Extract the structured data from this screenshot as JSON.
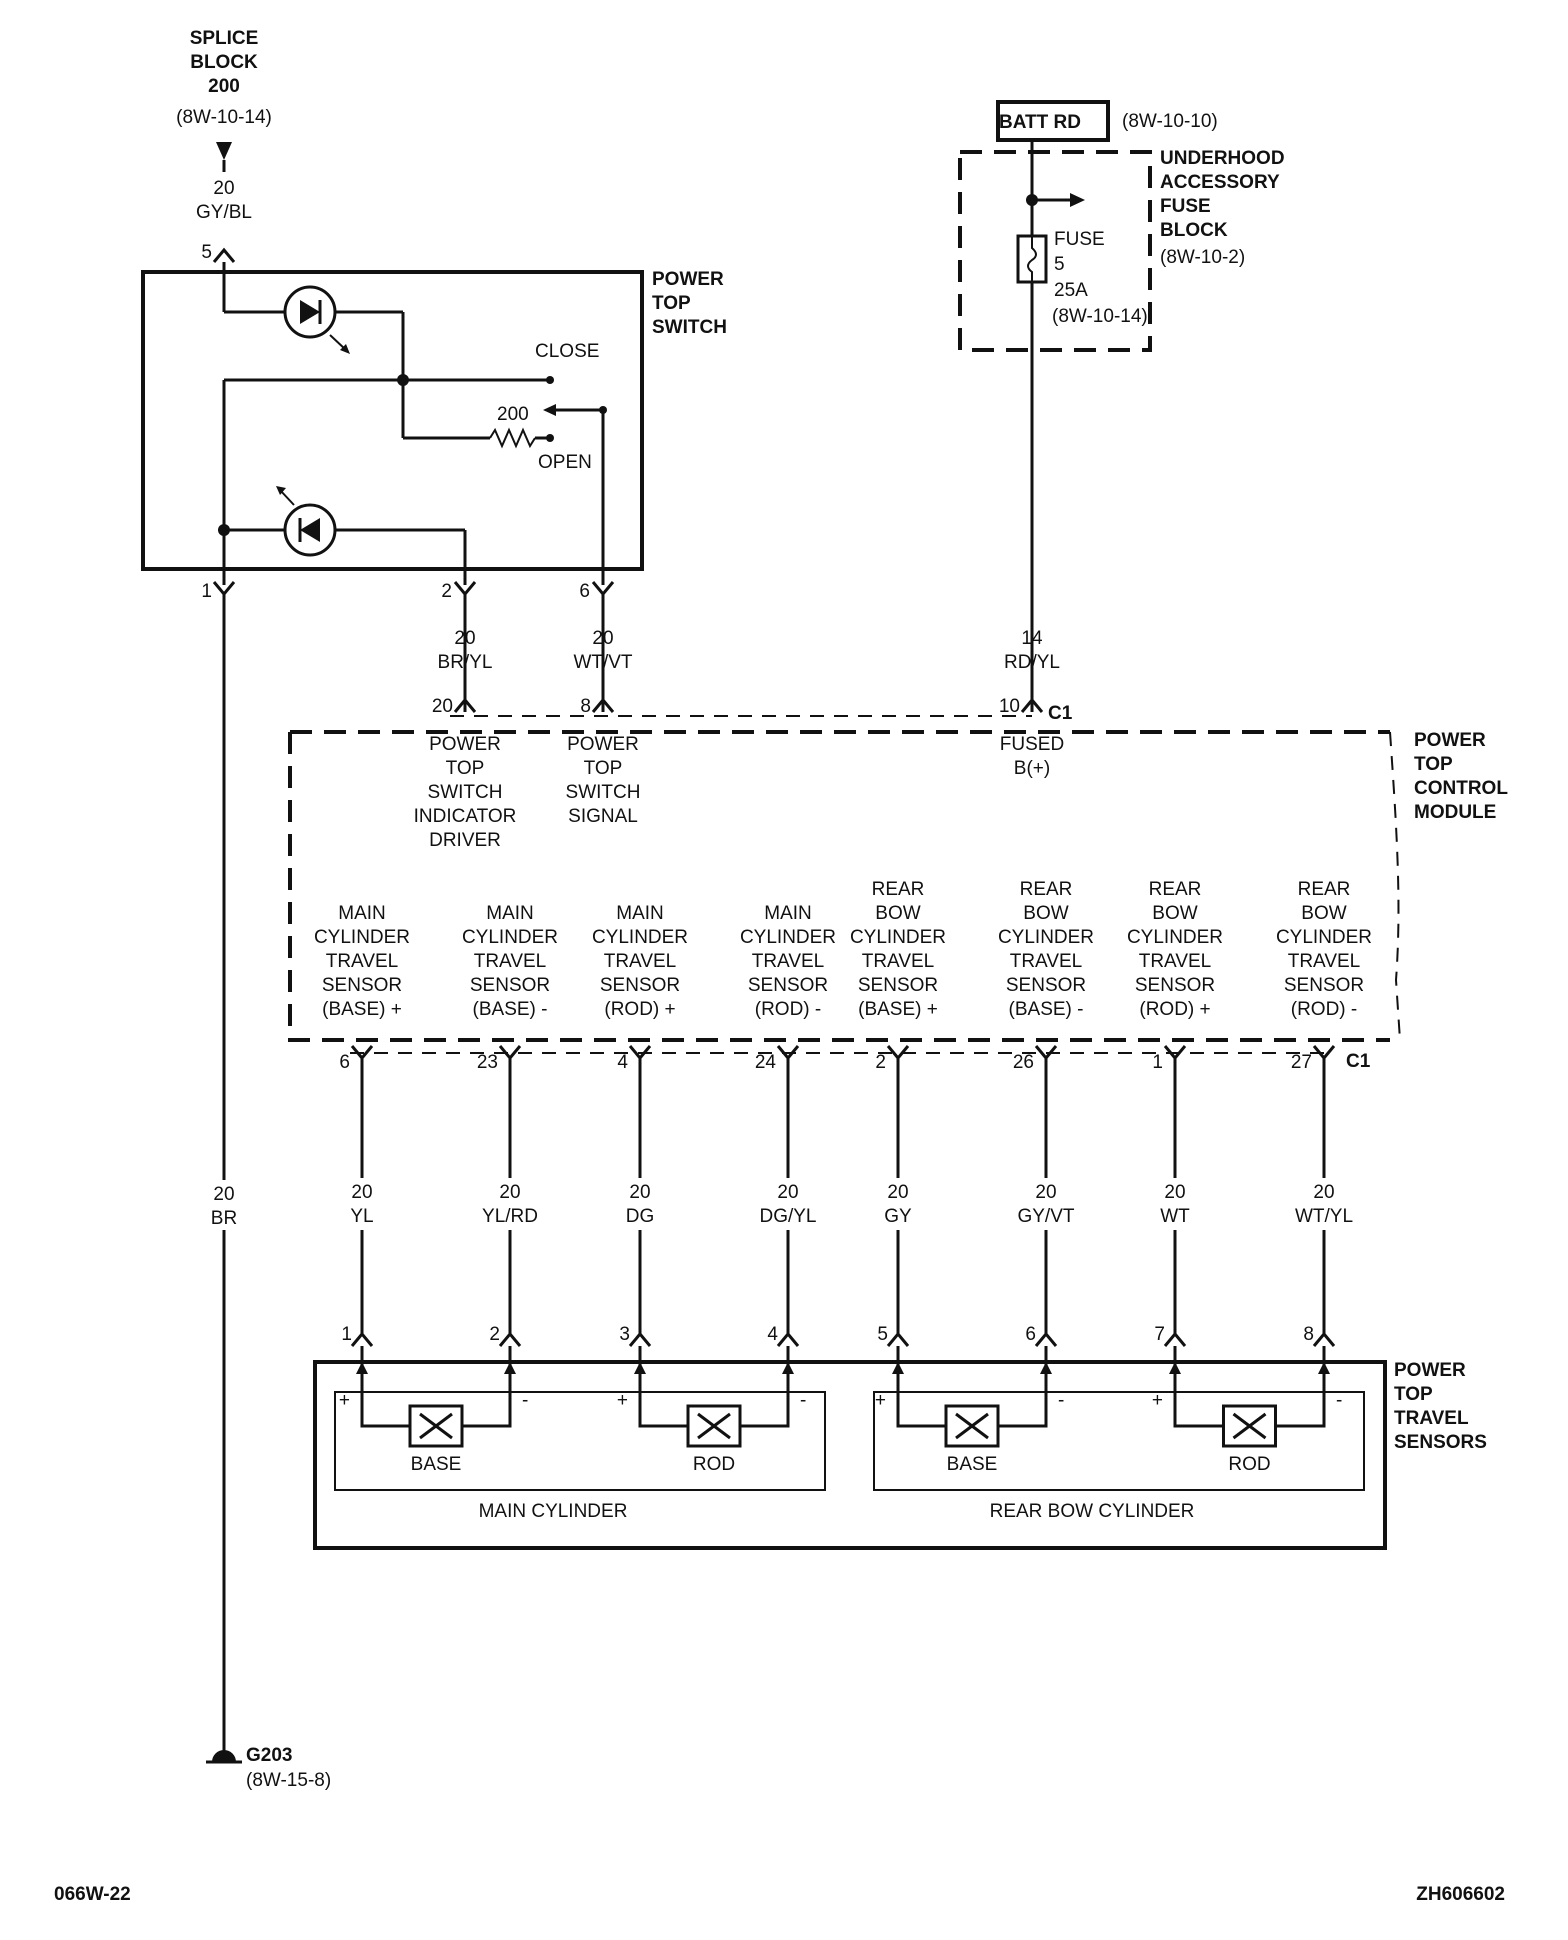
{
  "splice_block": {
    "line1": "SPLICE",
    "line2": "BLOCK",
    "line3": "200",
    "ref": "(8W-10-14)"
  },
  "splice_wire": {
    "gauge": "20",
    "color": "GY/BL",
    "pin": "5"
  },
  "power_top_switch": {
    "title": [
      "POWER",
      "TOP",
      "SWITCH"
    ],
    "close_label": "CLOSE",
    "open_label": "OPEN",
    "resistor_value": "200"
  },
  "switch_pins": [
    {
      "pin": "1",
      "gauge": "20",
      "color": "BR"
    },
    {
      "pin": "2",
      "gauge": "20",
      "color": "BR/YL"
    },
    {
      "pin": "6",
      "gauge": "20",
      "color": "WT/VT"
    }
  ],
  "batt": {
    "label": "BATT RD",
    "ref": "(8W-10-10)"
  },
  "fuse_block": {
    "title": [
      "UNDERHOOD",
      "ACCESSORY",
      "FUSE",
      "BLOCK"
    ],
    "ref": "(8W-10-2)",
    "fuse_lines": [
      "FUSE",
      "5",
      "25A",
      "(8W-10-14)"
    ]
  },
  "fuse_wire": {
    "gauge": "14",
    "color": "RD/YL"
  },
  "control_module": {
    "title": [
      "POWER",
      "TOP",
      "CONTROL",
      "MODULE"
    ],
    "connector": "C1",
    "top_pins": [
      {
        "pin": "20",
        "desc": [
          "POWER",
          "TOP",
          "SWITCH",
          "INDICATOR",
          "DRIVER"
        ]
      },
      {
        "pin": "8",
        "desc": [
          "POWER",
          "TOP",
          "SWITCH",
          "SIGNAL"
        ]
      },
      {
        "pin": "10",
        "desc": [
          "FUSED",
          "B(+)"
        ]
      }
    ],
    "bottom_pins": [
      {
        "pin": "6",
        "desc": [
          "MAIN",
          "CYLINDER",
          "TRAVEL",
          "SENSOR",
          "(BASE) +"
        ],
        "gauge": "20",
        "color": "YL",
        "sensor_pin": "1"
      },
      {
        "pin": "23",
        "desc": [
          "MAIN",
          "CYLINDER",
          "TRAVEL",
          "SENSOR",
          "(BASE) -"
        ],
        "gauge": "20",
        "color": "YL/RD",
        "sensor_pin": "2"
      },
      {
        "pin": "4",
        "desc": [
          "MAIN",
          "CYLINDER",
          "TRAVEL",
          "SENSOR",
          "(ROD) +"
        ],
        "gauge": "20",
        "color": "DG",
        "sensor_pin": "3"
      },
      {
        "pin": "24",
        "desc": [
          "MAIN",
          "CYLINDER",
          "TRAVEL",
          "SENSOR",
          "(ROD) -"
        ],
        "gauge": "20",
        "color": "DG/YL",
        "sensor_pin": "4"
      },
      {
        "pin": "2",
        "desc": [
          "REAR",
          "BOW",
          "CYLINDER",
          "TRAVEL",
          "SENSOR",
          "(BASE) +"
        ],
        "gauge": "20",
        "color": "GY",
        "sensor_pin": "5"
      },
      {
        "pin": "26",
        "desc": [
          "REAR",
          "BOW",
          "CYLINDER",
          "TRAVEL",
          "SENSOR",
          "(BASE) -"
        ],
        "gauge": "20",
        "color": "GY/VT",
        "sensor_pin": "6"
      },
      {
        "pin": "1",
        "desc": [
          "REAR",
          "BOW",
          "CYLINDER",
          "TRAVEL",
          "SENSOR",
          "(ROD) +"
        ],
        "gauge": "20",
        "color": "WT",
        "sensor_pin": "7"
      },
      {
        "pin": "27",
        "desc": [
          "REAR",
          "BOW",
          "CYLINDER",
          "TRAVEL",
          "SENSOR",
          "(ROD) -"
        ],
        "gauge": "20",
        "color": "WT/YL",
        "sensor_pin": "8"
      }
    ]
  },
  "travel_sensors": {
    "title": [
      "POWER",
      "TOP",
      "TRAVEL",
      "SENSORS"
    ],
    "groups": [
      {
        "name": "MAIN CYLINDER",
        "sensors": [
          "BASE",
          "ROD"
        ]
      },
      {
        "name": "REAR BOW CYLINDER",
        "sensors": [
          "BASE",
          "ROD"
        ]
      }
    ],
    "plus": "+",
    "minus": "-"
  },
  "ground": {
    "label": "G203",
    "ref": "(8W-15-8)"
  },
  "footer": {
    "left": "066W-22",
    "right": "ZH606602"
  }
}
